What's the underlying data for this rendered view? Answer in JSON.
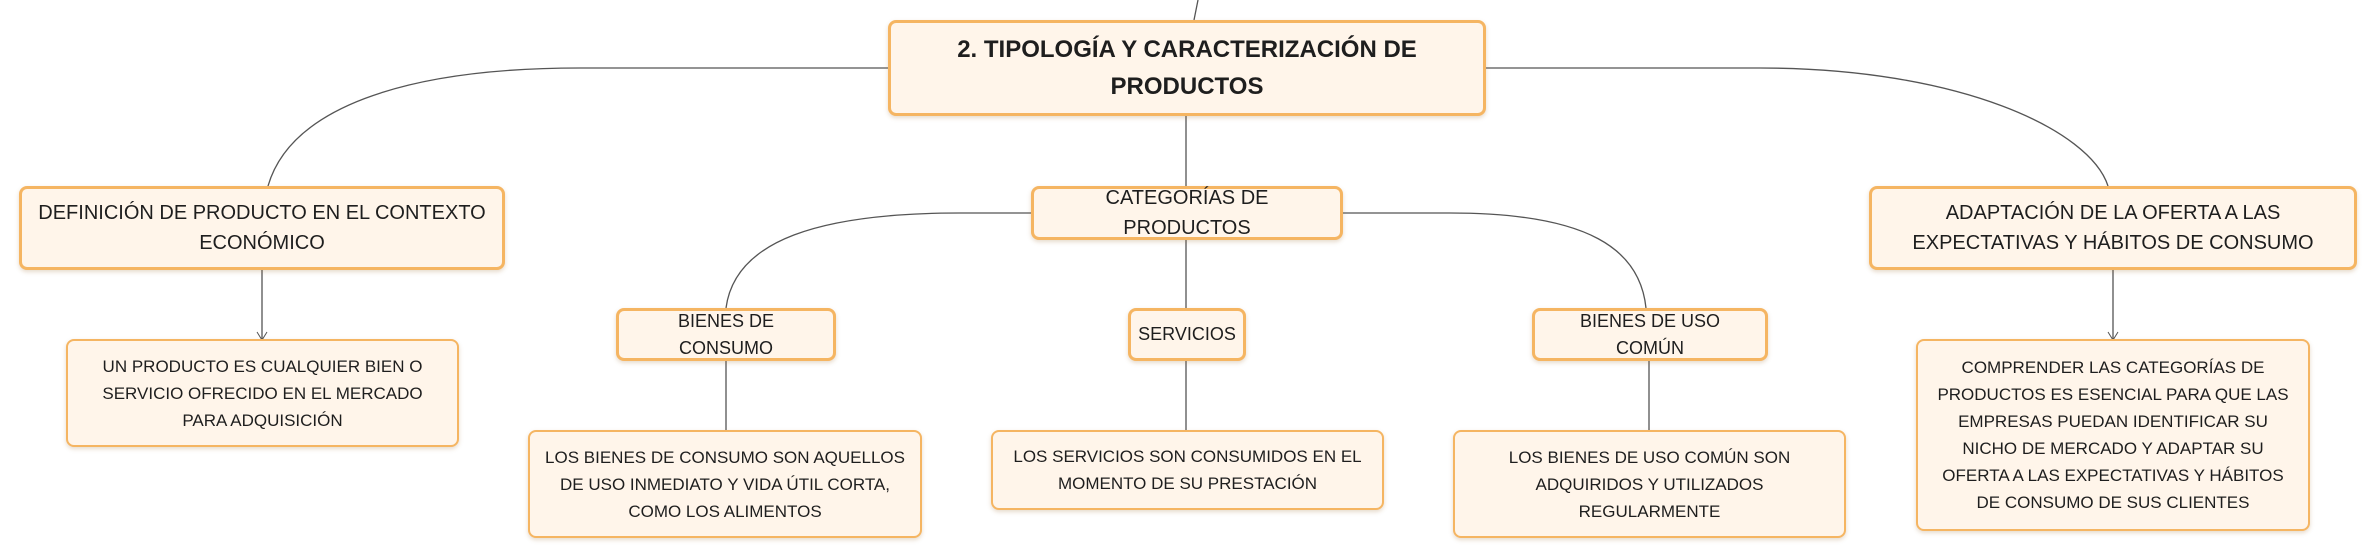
{
  "root": {
    "title": "2. TIPOLOGÍA Y CARACTERIZACIÓN DE PRODUCTOS"
  },
  "branches": {
    "definicion": {
      "title": "DEFINICIÓN DE PRODUCTO EN EL CONTEXTO ECONÓMICO",
      "detail": "UN PRODUCTO ES CUALQUIER BIEN O SERVICIO OFRECIDO EN EL MERCADO PARA ADQUISICIÓN"
    },
    "categorias": {
      "title": "CATEGORÍAS DE PRODUCTOS",
      "items": [
        {
          "title": "BIENES DE CONSUMO",
          "detail": "LOS BIENES DE CONSUMO SON AQUELLOS DE USO INMEDIATO Y VIDA ÚTIL CORTA, COMO LOS ALIMENTOS"
        },
        {
          "title": "SERVICIOS",
          "detail": "LOS SERVICIOS SON CONSUMIDOS EN EL MOMENTO DE SU PRESTACIÓN"
        },
        {
          "title": "BIENES DE USO COMÚN",
          "detail": "LOS BIENES DE USO COMÚN SON ADQUIRIDOS Y UTILIZADOS REGULARMENTE"
        }
      ]
    },
    "adaptacion": {
      "title": "ADAPTACIÓN DE LA OFERTA A LAS EXPECTATIVAS Y HÁBITOS DE CONSUMO",
      "detail": "COMPRENDER LAS CATEGORÍAS DE PRODUCTOS ES ESENCIAL PARA QUE LAS EMPRESAS PUEDAN IDENTIFICAR SU NICHO DE MERCADO Y ADAPTAR SU OFERTA A LAS EXPECTATIVAS Y HÁBITOS DE CONSUMO DE SUS CLIENTES"
    }
  },
  "colors": {
    "node_fill": "#fff5ea",
    "node_border": "#f5b562",
    "connector": "#555555"
  }
}
